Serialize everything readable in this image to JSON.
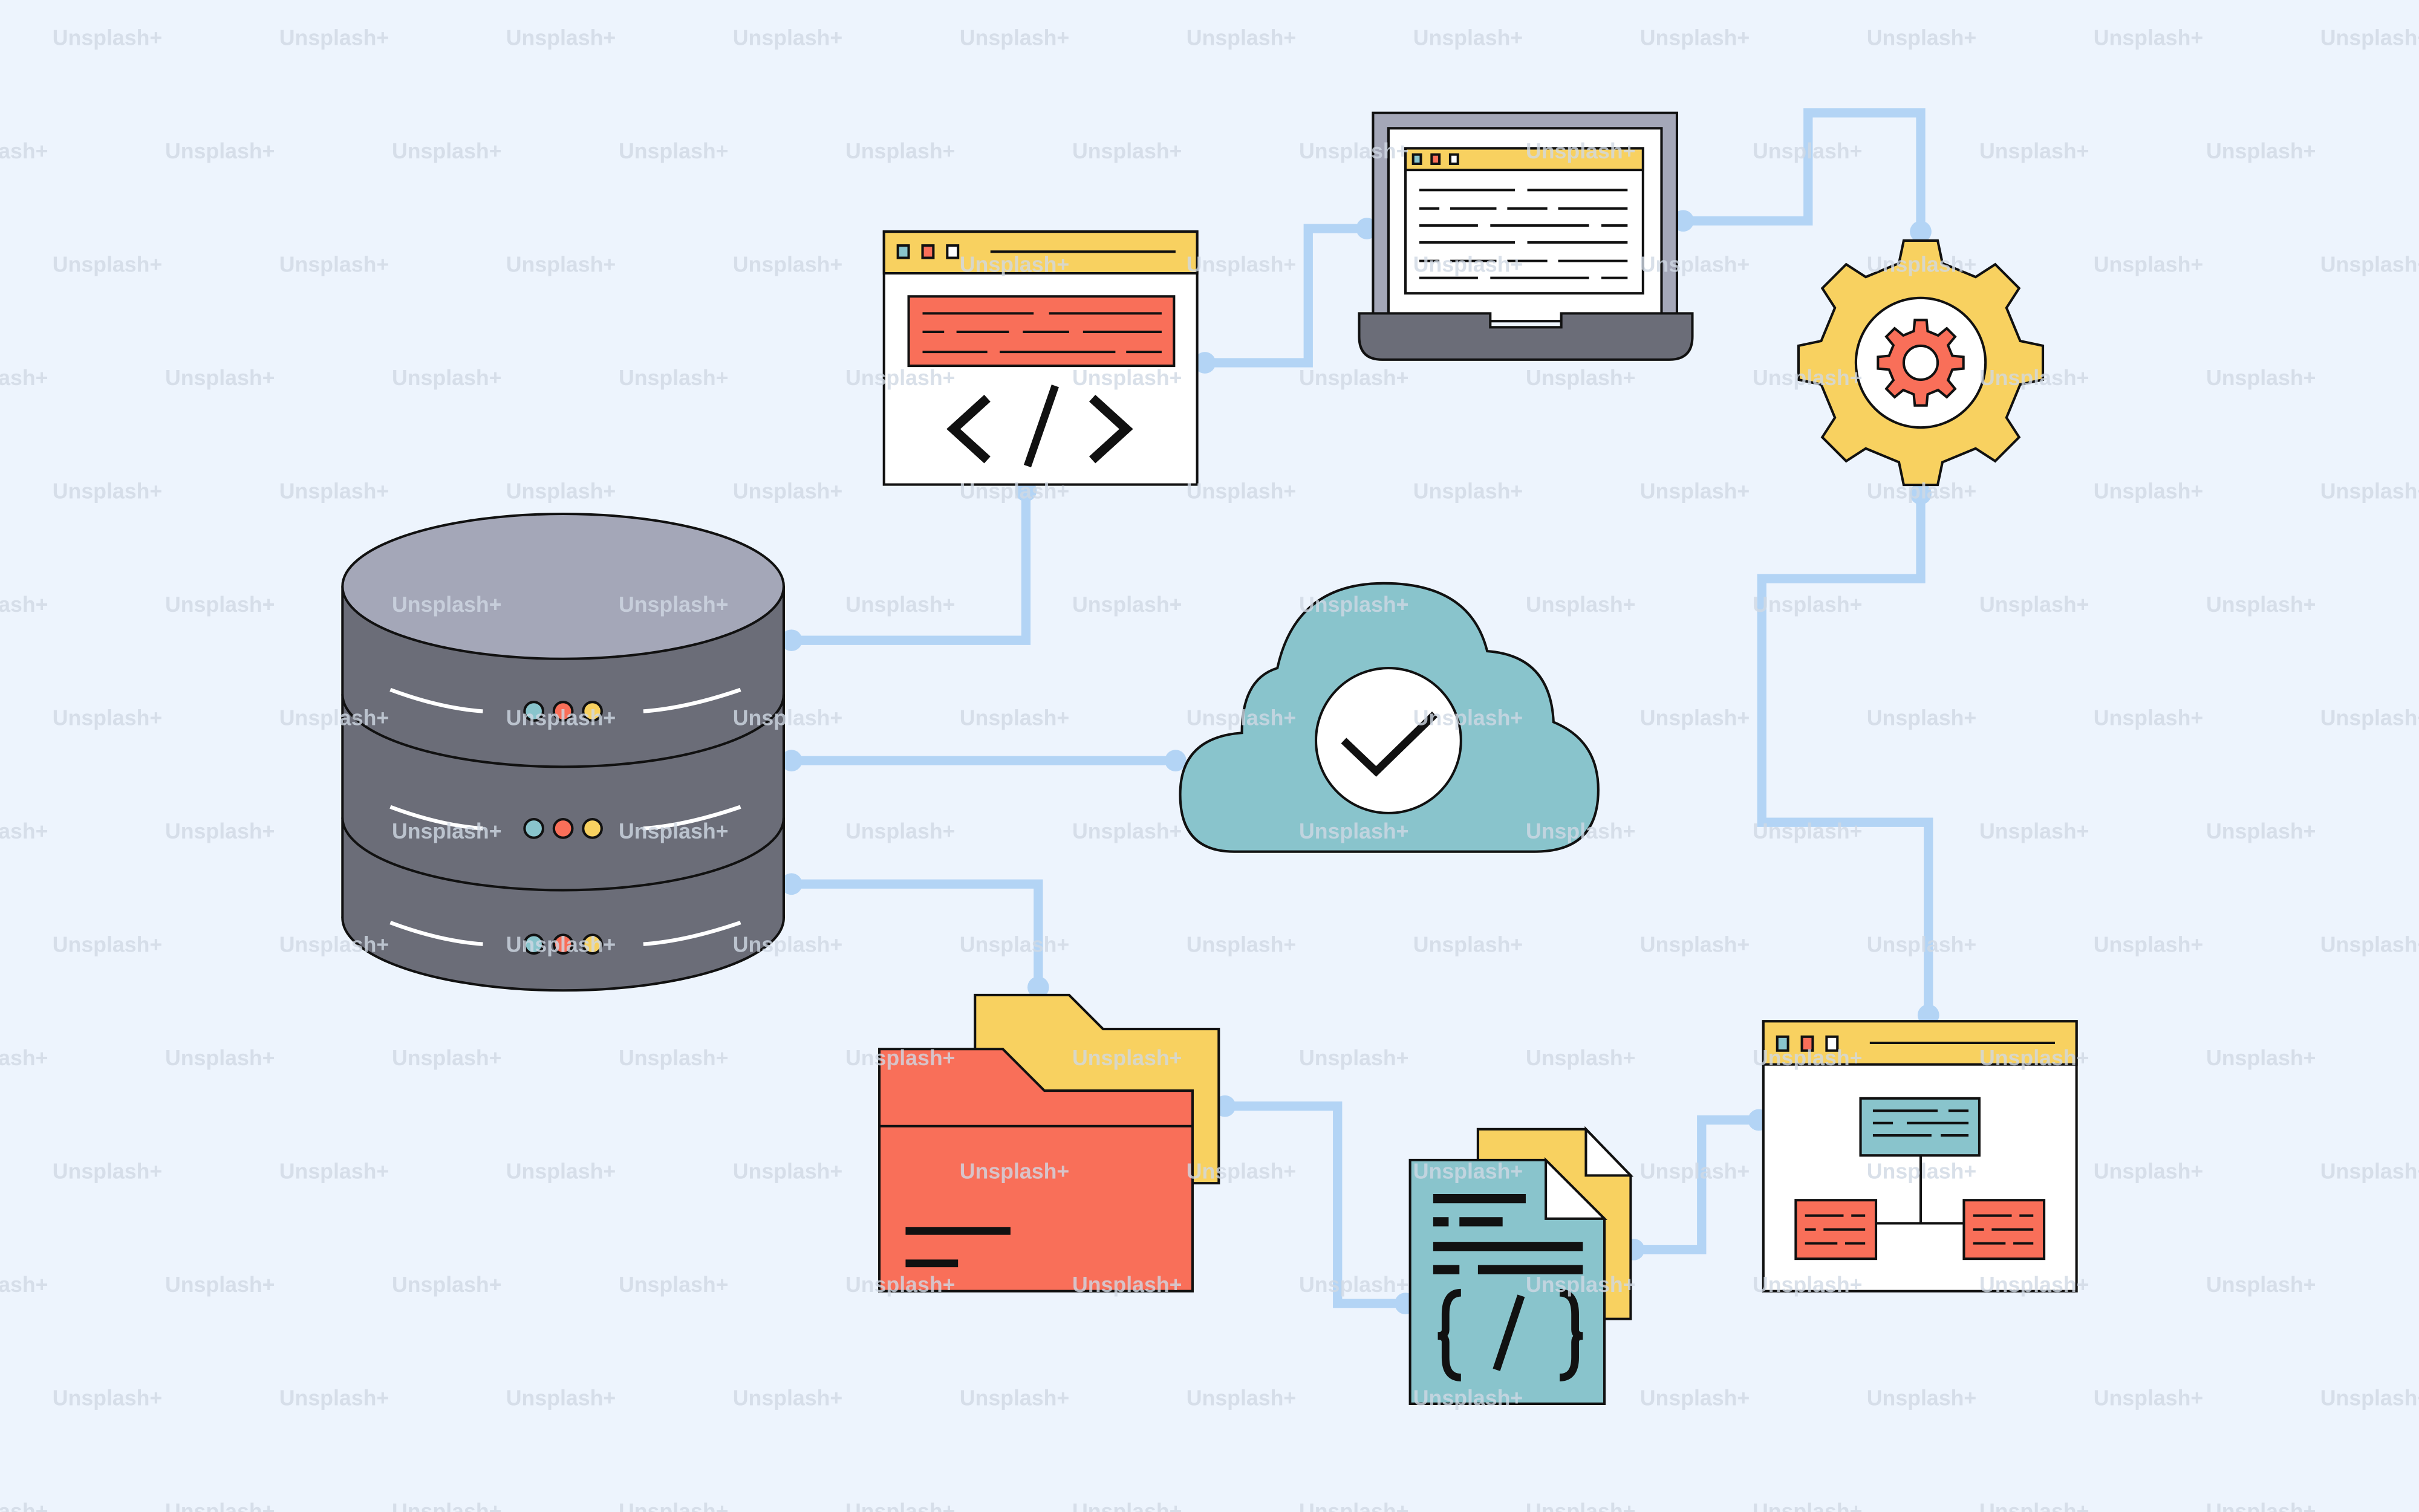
{
  "watermark": {
    "text": "Unsplash+"
  },
  "colors": {
    "background": "#edf4fd",
    "connector": "#b3d4f5",
    "yellow": "#f8d160",
    "red": "#f96f59",
    "teal": "#89c4cc",
    "dark_gray": "#6b6d78",
    "light_gray": "#a4a7b8"
  },
  "nodes": [
    {
      "name": "database",
      "icon": "database-icon"
    },
    {
      "name": "code-window",
      "icon": "code-window-icon"
    },
    {
      "name": "laptop",
      "icon": "laptop-icon"
    },
    {
      "name": "settings-gear",
      "icon": "gear-icon"
    },
    {
      "name": "cloud-check",
      "icon": "cloud-check-icon"
    },
    {
      "name": "folder",
      "icon": "folder-icon"
    },
    {
      "name": "code-document",
      "icon": "code-file-icon"
    },
    {
      "name": "sitemap-window",
      "icon": "sitemap-window-icon"
    }
  ]
}
